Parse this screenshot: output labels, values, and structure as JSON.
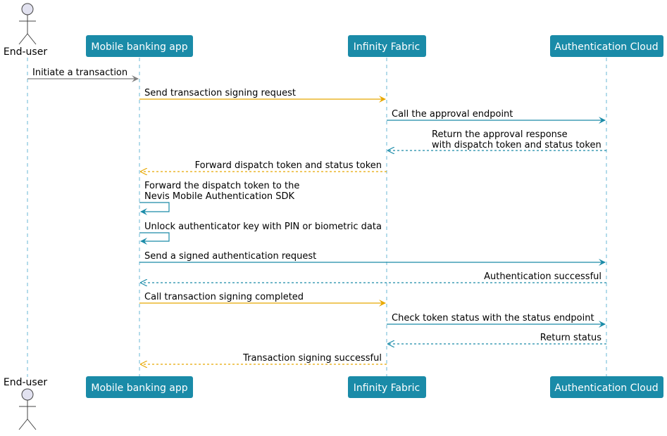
{
  "colors": {
    "participant_fill": "#1a8ba8",
    "lifeline": "#6ab7d6",
    "actor_fill": "#e2e2f0",
    "arrow_grey": "#7f7f7f",
    "arrow_yellow": "#e8a800",
    "arrow_teal": "#1a8ba8"
  },
  "participants": {
    "end_user": "End-user",
    "mobile_app": "Mobile banking app",
    "infinity_fabric": "Infinity Fabric",
    "auth_cloud": "Authentication Cloud"
  },
  "messages": [
    {
      "from": "end_user",
      "to": "mobile_app",
      "lines": [
        "Initiate a transaction"
      ],
      "style": "solid",
      "color": "arrow_grey"
    },
    {
      "from": "mobile_app",
      "to": "infinity_fabric",
      "lines": [
        "Send transaction signing request"
      ],
      "style": "solid",
      "color": "arrow_yellow"
    },
    {
      "from": "infinity_fabric",
      "to": "auth_cloud",
      "lines": [
        "Call the approval endpoint"
      ],
      "style": "solid",
      "color": "arrow_teal"
    },
    {
      "from": "auth_cloud",
      "to": "infinity_fabric",
      "lines": [
        "Return the approval response",
        "with dispatch token and status token"
      ],
      "style": "dashed",
      "color": "arrow_teal"
    },
    {
      "from": "infinity_fabric",
      "to": "mobile_app",
      "lines": [
        "Forward dispatch token and status token"
      ],
      "style": "dashed",
      "color": "arrow_yellow"
    },
    {
      "from": "mobile_app",
      "to": "mobile_app",
      "lines": [
        "Forward the dispatch token to the",
        "Nevis Mobile Authentication SDK"
      ],
      "style": "solid",
      "color": "arrow_teal"
    },
    {
      "from": "mobile_app",
      "to": "mobile_app",
      "lines": [
        "Unlock authenticator key with PIN or biometric data"
      ],
      "style": "solid",
      "color": "arrow_teal"
    },
    {
      "from": "mobile_app",
      "to": "auth_cloud",
      "lines": [
        "Send a signed authentication request"
      ],
      "style": "solid",
      "color": "arrow_teal"
    },
    {
      "from": "auth_cloud",
      "to": "mobile_app",
      "lines": [
        "Authentication successful"
      ],
      "style": "dashed",
      "color": "arrow_teal"
    },
    {
      "from": "mobile_app",
      "to": "infinity_fabric",
      "lines": [
        "Call transaction signing completed"
      ],
      "style": "solid",
      "color": "arrow_yellow"
    },
    {
      "from": "infinity_fabric",
      "to": "auth_cloud",
      "lines": [
        "Check token status with the status endpoint"
      ],
      "style": "solid",
      "color": "arrow_teal"
    },
    {
      "from": "auth_cloud",
      "to": "infinity_fabric",
      "lines": [
        "Return status"
      ],
      "style": "dashed",
      "color": "arrow_teal"
    },
    {
      "from": "infinity_fabric",
      "to": "mobile_app",
      "lines": [
        "Transaction signing successful"
      ],
      "style": "dashed",
      "color": "arrow_yellow"
    }
  ]
}
